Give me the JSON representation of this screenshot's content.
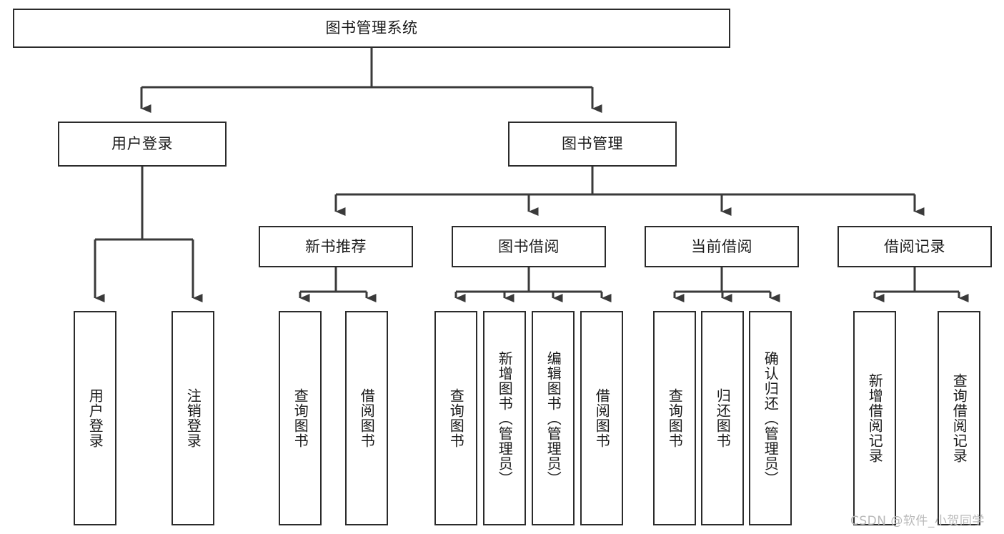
{
  "diagram": {
    "title_node": {
      "label": "图书管理系统"
    },
    "level2": [
      {
        "label": "用户登录"
      },
      {
        "label": "图书管理"
      }
    ],
    "level3": [
      {
        "label": "新书推荐"
      },
      {
        "label": "图书借阅"
      },
      {
        "label": "当前借阅"
      },
      {
        "label": "借阅记录"
      }
    ],
    "leaves": {
      "user_login": [
        {
          "label": "用户登录"
        },
        {
          "label": "注销登录"
        }
      ],
      "new_book_recommend": [
        {
          "label": "查询图书"
        },
        {
          "label": "借阅图书"
        }
      ],
      "book_borrow": [
        {
          "label": "查询图书"
        },
        {
          "label": "新增图书（管理员）"
        },
        {
          "label": "编辑图书（管理员）"
        },
        {
          "label": "借阅图书"
        }
      ],
      "current_borrow": [
        {
          "label": "查询图书"
        },
        {
          "label": "归还图书"
        },
        {
          "label": "确认归还（管理员）"
        }
      ],
      "borrow_record": [
        {
          "label": "新增借阅记录"
        },
        {
          "label": "查询借阅记录"
        }
      ]
    }
  },
  "watermark": {
    "text": "CSDN @软件_小贺同学"
  },
  "colors": {
    "box_border": "#2b2b2b",
    "box_fill": "#ffffff",
    "connector": "#3a3a3a",
    "text": "#1a1a1a",
    "watermark": "#b9b9b9"
  }
}
